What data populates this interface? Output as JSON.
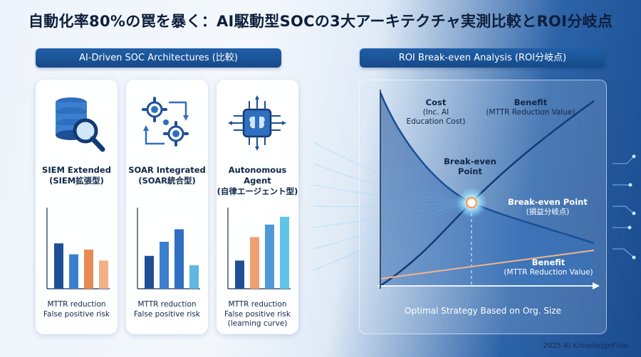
{
  "header": {
    "title": "自動化率80%の罠を暴く：AI駆動型SOCの3大アーキテクチャ実測比較とROI分岐点"
  },
  "left_section": {
    "title": "AI-Driven SOC Architectures (比較)",
    "cards": [
      {
        "icon": "database-search-icon",
        "name_en": "SIEM Extended",
        "name_ja": "(SIEM拡張型)",
        "bars": [
          0.58,
          0.44,
          0.5,
          0.36
        ],
        "bar_colors": [
          "#1e4f96",
          "#3d7fcf",
          "#e88a56",
          "#f2b085"
        ],
        "notes": [
          "MTTR reduction",
          "False positive risk"
        ]
      },
      {
        "icon": "gears-cycle-icon",
        "name_en": "SOAR Integrated",
        "name_ja": "(SOAR統合型)",
        "bars": [
          0.42,
          0.6,
          0.76,
          0.3
        ],
        "bar_colors": [
          "#1e4f96",
          "#3d7fcf",
          "#2e6fc4",
          "#5fb8e0"
        ],
        "notes": [
          "MTTR reduction",
          "False positive risk"
        ]
      },
      {
        "icon": "ai-chip-brain-icon",
        "name_en": "Autonomous Agent",
        "name_ja": "(自律エージェント型)",
        "bars": [
          0.36,
          0.66,
          0.82,
          0.92
        ],
        "bar_colors": [
          "#1e4f96",
          "#f0a070",
          "#4e9ad8",
          "#5fc4e8"
        ],
        "notes": [
          "MTTR reduction",
          "False positive risk",
          "(learning curve)"
        ]
      }
    ]
  },
  "right_section": {
    "title": "ROI Break-even Analysis (ROI分岐点)",
    "cost_label": [
      "Cost",
      "(Inc. AI",
      "Education Cost)"
    ],
    "benefit_top": [
      "Benefit",
      "(MTTR Reduction Value)"
    ],
    "breakeven_top": [
      "Break-even",
      "Point"
    ],
    "breakeven_right": [
      "Break-even Point",
      "(損益分岐点)"
    ],
    "benefit_bottom": [
      "Benefit",
      "(MTTR Reduction Value)"
    ],
    "strategy": "Optimal Strategy Based on Org. Size"
  },
  "footer": {
    "copyright": "2025 AI KnowledgeFlow"
  },
  "colors": {
    "accent": "#1f5fa8",
    "dark": "#0d1f3c",
    "glow": "#9fe6ff"
  }
}
